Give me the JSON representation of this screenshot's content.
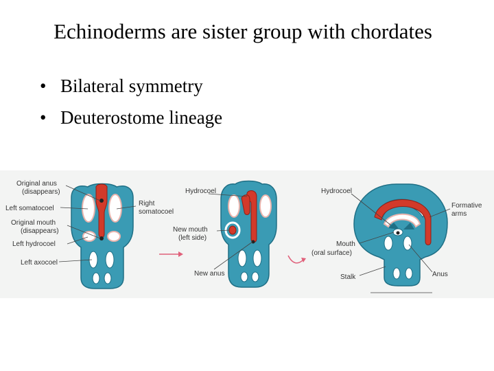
{
  "slide": {
    "title": "Echinoderms are sister group with chordates",
    "bullets": [
      "Bilateral symmetry",
      "Deuterostome lineage"
    ]
  },
  "figure": {
    "colors": {
      "body": "#3a9bb4",
      "body_dark": "#1f6f85",
      "coelom": "#d23a2a",
      "coelom_light": "#e9b4ad",
      "arrow": "#e0607a",
      "line": "#444444"
    },
    "stage1_labels": {
      "original_anus_1": "Original anus",
      "original_anus_2": "(disappears)",
      "left_somatocoel": "Left somatocoel",
      "original_mouth_1": "Original mouth",
      "original_mouth_2": "(disappears)",
      "left_hydrocoel": "Left hydrocoel",
      "left_axocoel": "Left axocoel",
      "right_somatocoel_1": "Right",
      "right_somatocoel_2": "somatocoel"
    },
    "stage2_labels": {
      "hydrocoel": "Hydrocoel",
      "new_mouth_1": "New mouth",
      "new_mouth_2": "(left side)",
      "new_anus": "New anus"
    },
    "stage3_labels": {
      "hydrocoel": "Hydrocoel",
      "mouth_1": "Mouth",
      "mouth_2": "(oral surface)",
      "stalk": "Stalk",
      "formative_1": "Formative",
      "formative_2": "arms",
      "anus": "Anus"
    }
  }
}
